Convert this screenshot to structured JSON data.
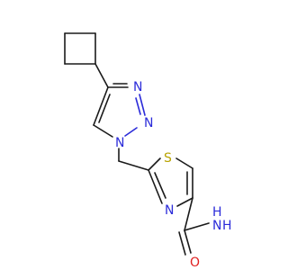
{
  "molecule": {
    "atoms": {
      "n_triazole_3": "N",
      "n_triazole_2": "N",
      "n_triazole_1": "N",
      "s_thiazole": "S",
      "n_thiazole": "N",
      "o_amide": "O",
      "n_amide_h": "H",
      "n_amide_n": "N",
      "n_amide_h2": "H"
    },
    "colors": {
      "nitrogen": "#2b2bd9",
      "sulfur": "#b8a300",
      "oxygen": "#e02020",
      "carbon": "#1a1a1a"
    }
  }
}
